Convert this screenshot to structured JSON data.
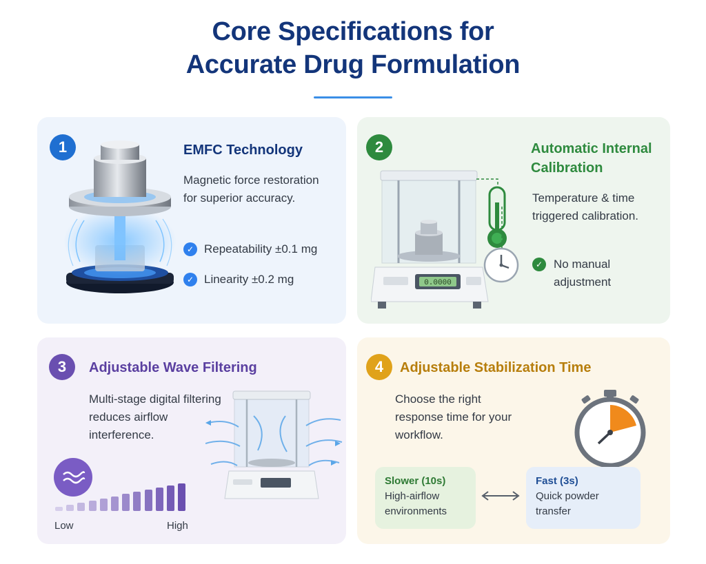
{
  "header": {
    "title_line1": "Core Specifications for",
    "title_line2": "Accurate Drug Formulation"
  },
  "colors": {
    "title": "#13357a",
    "accent_blue": "#1f6fd1",
    "accent_green": "#2e8a3e",
    "accent_purple": "#6a4fb0",
    "accent_gold": "#c98a12"
  },
  "cards": [
    {
      "number": "1",
      "title": "EMFC Technology",
      "description": "Magnetic force restoration for superior accuracy.",
      "bullets": [
        "Repeatability ±0.1 mg",
        "Linearity ±0.2 mg"
      ],
      "illustration": "emfc-load-cell-icon"
    },
    {
      "number": "2",
      "title": "Automatic Internal Calibration",
      "description": "Temperature & time triggered calibration.",
      "bullets": [
        "No manual adjustment"
      ],
      "illustration": "analytical-balance-icon",
      "display_reading": "0.0000"
    },
    {
      "number": "3",
      "title": "Adjustable Wave Filtering",
      "description": "Multi-stage digital filtering reduces airflow interference.",
      "scale_low": "Low",
      "scale_high": "High",
      "illustration": "balance-airflow-icon"
    },
    {
      "number": "4",
      "title": "Adjustable Stabilization Time",
      "description": "Choose the right response time for your workflow.",
      "illustration": "stopwatch-icon",
      "options": [
        {
          "title": "Slower (10s)",
          "desc": "High-airflow environments"
        },
        {
          "title": "Fast (3s)",
          "desc": "Quick powder transfer"
        }
      ]
    }
  ]
}
